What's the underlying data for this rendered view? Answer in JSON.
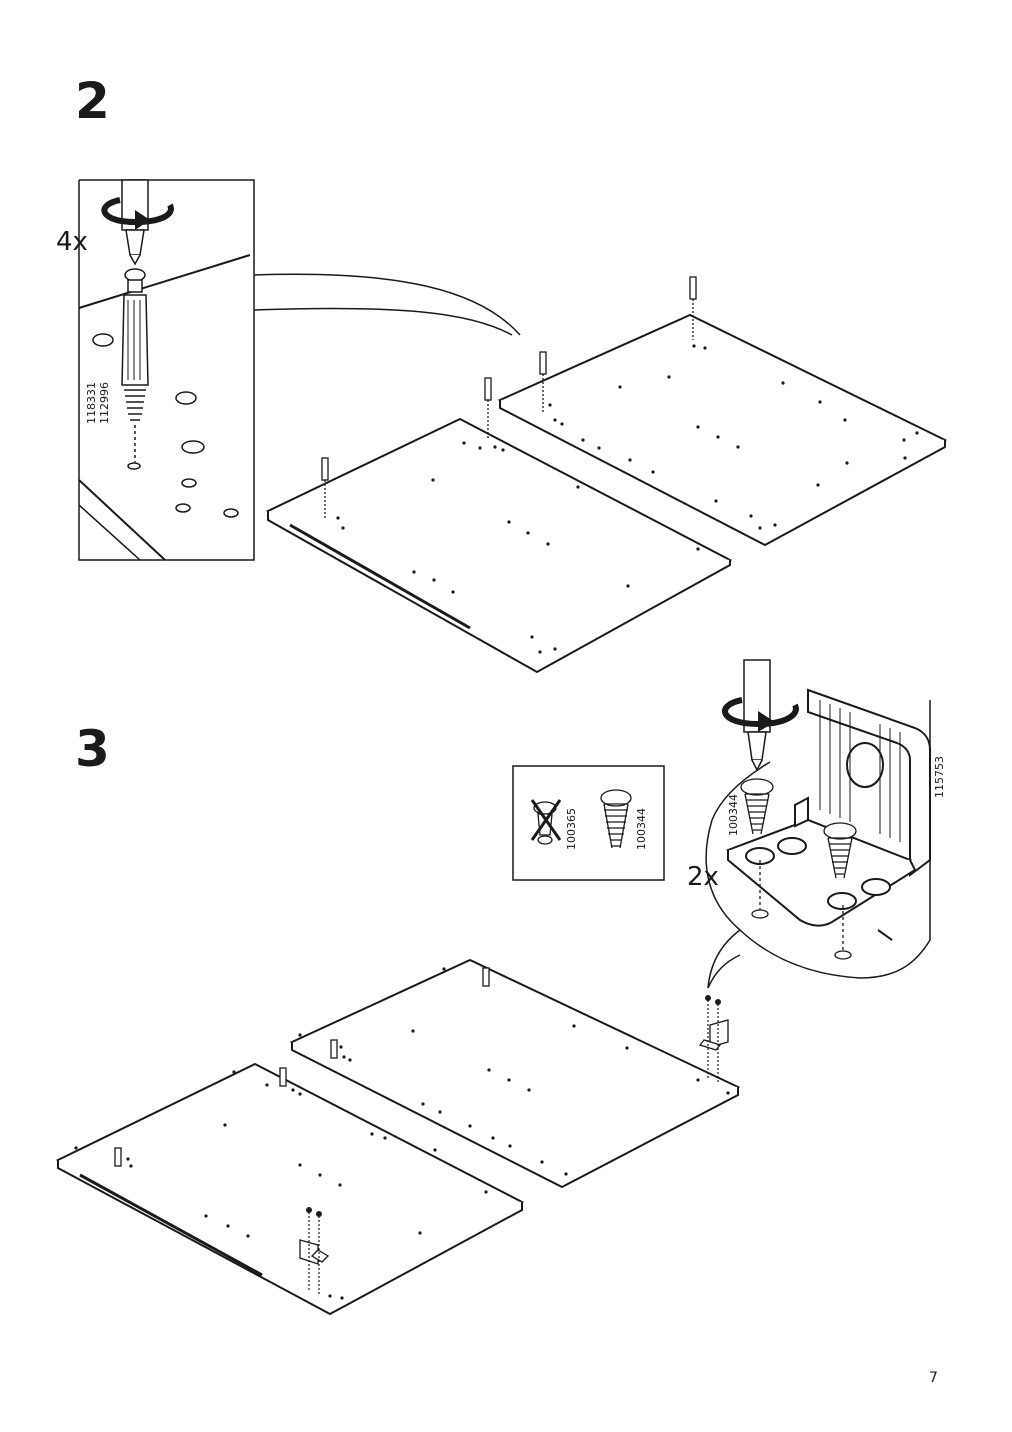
{
  "steps": [
    {
      "number": "2",
      "quantity": "4x",
      "part_numbers": [
        "118331",
        "112996"
      ]
    },
    {
      "number": "3",
      "quantity": "2x",
      "part_numbers_box": [
        "100365",
        "100344"
      ],
      "part_number_screw": "100344",
      "part_number_bracket": "115753"
    }
  ],
  "page_number": "7",
  "icons": [
    "screwdriver-icon",
    "rotation-arrow-icon",
    "cam-dowel-icon",
    "screw-icon",
    "crossed-screw-icon",
    "bracket-icon"
  ]
}
